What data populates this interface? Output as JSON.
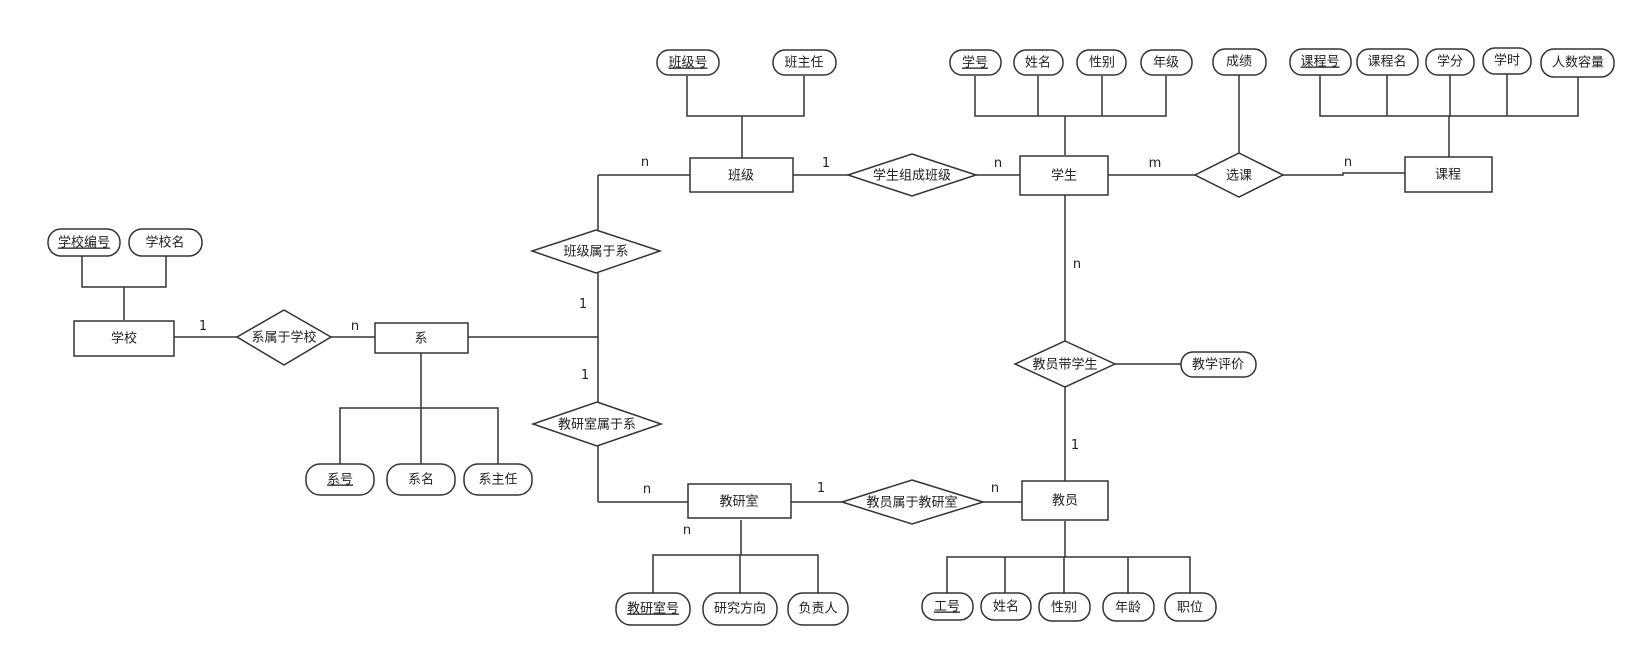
{
  "entities": {
    "school": "学校",
    "department": "系",
    "class": "班级",
    "student": "学生",
    "course": "课程",
    "office": "教研室",
    "teacher": "教员"
  },
  "relationships": {
    "dept_belongs_school": "系属于学校",
    "class_belongs_dept": "班级属于系",
    "students_form_class": "学生组成班级",
    "select_course": "选课",
    "office_belongs_dept": "教研室属于系",
    "teacher_belongs_office": "教员属于教研室",
    "teacher_guides_student": "教员带学生"
  },
  "attributes": {
    "school": [
      "学校编号",
      "学校名"
    ],
    "department": [
      "系号",
      "系名",
      "系主任"
    ],
    "class": [
      "班级号",
      "班主任"
    ],
    "student": [
      "学号",
      "姓名",
      "性别",
      "年级"
    ],
    "course": [
      "课程号",
      "课程名",
      "学分",
      "学时",
      "人数容量"
    ],
    "office": [
      "教研室号",
      "研究方向",
      "负责人"
    ],
    "teacher": [
      "工号",
      "姓名",
      "性别",
      "年龄",
      "职位"
    ],
    "select_course": [
      "成绩"
    ],
    "teacher_guides_student": [
      "教学评价"
    ]
  },
  "cardinalities": {
    "school_side": "1",
    "dept_side_school": "n",
    "dept_side_class": "1",
    "class_side_dept": "n",
    "class_side_student": "1",
    "student_side_class": "n",
    "student_side_course": "m",
    "course_side_student": "n",
    "dept_side_office": "1",
    "office_side_dept": "n",
    "office_side_teacher": "1",
    "teacher_side_office": "n",
    "student_side_teacher": "n",
    "teacher_side_student": "1",
    "office_below": "n"
  }
}
